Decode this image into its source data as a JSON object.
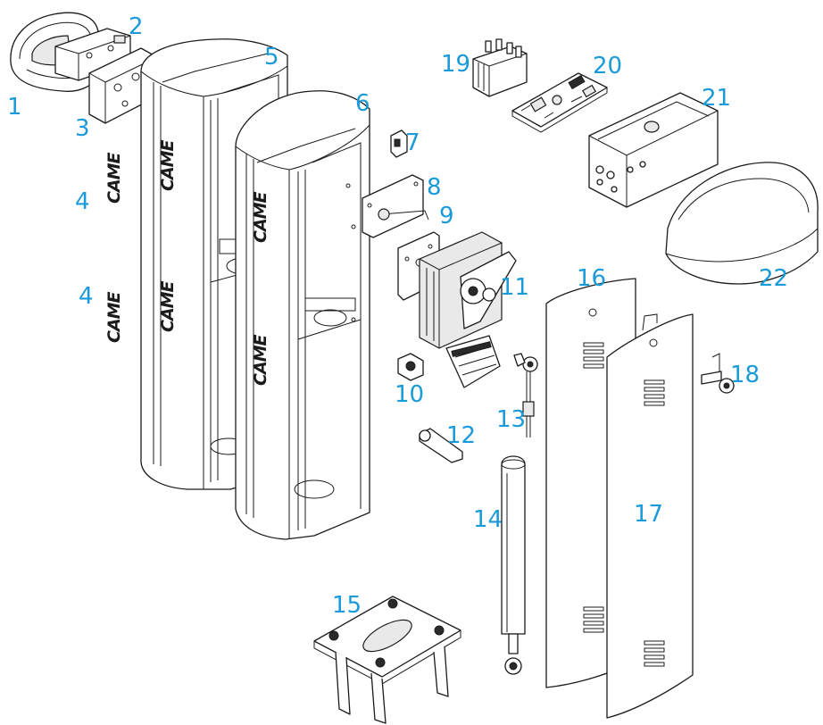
{
  "diagram": {
    "brand_logo_text": "CAME",
    "callouts": [
      {
        "id": "c1",
        "label": "1"
      },
      {
        "id": "c2",
        "label": "2"
      },
      {
        "id": "c3",
        "label": "3"
      },
      {
        "id": "c4a",
        "label": "4"
      },
      {
        "id": "c4b",
        "label": "4"
      },
      {
        "id": "c5",
        "label": "5"
      },
      {
        "id": "c6",
        "label": "6"
      },
      {
        "id": "c7",
        "label": "7"
      },
      {
        "id": "c8",
        "label": "8"
      },
      {
        "id": "c9",
        "label": "9"
      },
      {
        "id": "c10",
        "label": "10"
      },
      {
        "id": "c11",
        "label": "11"
      },
      {
        "id": "c12",
        "label": "12"
      },
      {
        "id": "c13",
        "label": "13"
      },
      {
        "id": "c14",
        "label": "14"
      },
      {
        "id": "c15",
        "label": "15"
      },
      {
        "id": "c16",
        "label": "16"
      },
      {
        "id": "c17",
        "label": "17"
      },
      {
        "id": "c18",
        "label": "18"
      },
      {
        "id": "c19",
        "label": "19"
      },
      {
        "id": "c20",
        "label": "20"
      },
      {
        "id": "c21",
        "label": "21"
      },
      {
        "id": "c22",
        "label": "22"
      }
    ],
    "colors": {
      "callout": "#1a9ad9",
      "line": "#1b1b1b",
      "background": "#ffffff"
    }
  }
}
